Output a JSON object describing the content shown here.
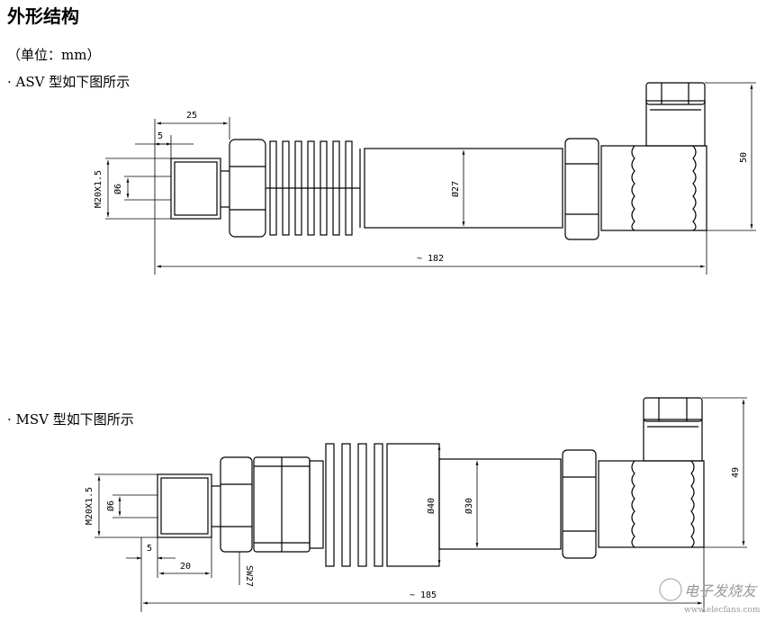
{
  "header": {
    "title": "外形结构",
    "unit_note": "（单位：mm）"
  },
  "asv": {
    "caption": "· ASV 型如下图所示",
    "dims": {
      "length": "~ 182",
      "thread": "M20X1.5",
      "dia_hole": "Ø6",
      "dia_body": "Ø27",
      "height": "50",
      "top_len": "25",
      "small": "5"
    }
  },
  "msv": {
    "caption": "· MSV 型如下图所示",
    "dims": {
      "length": "~ 185",
      "thread": "M20X1.5",
      "dia_hole": "Ø6",
      "dia_fin": "Ø40",
      "dia_body": "Ø30",
      "height": "49",
      "bottom_len": "20",
      "small": "5",
      "wrench": "SW27"
    }
  },
  "watermark": {
    "main": "电子发烧友",
    "url": "www.elecfans.com"
  }
}
